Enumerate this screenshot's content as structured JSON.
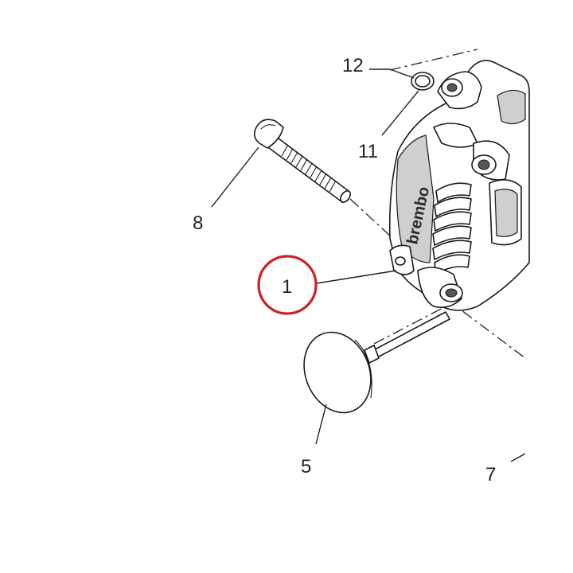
{
  "callouts": {
    "c1": "1",
    "c5": "5",
    "c7": "7",
    "c8": "8",
    "c11": "11",
    "c12": "12"
  },
  "caliper_logo": "brembo",
  "colors": {
    "highlight_ring": "#cc2027",
    "line_art": "#1a1a1a",
    "background": "#ffffff"
  },
  "highlighted_callout": "1"
}
